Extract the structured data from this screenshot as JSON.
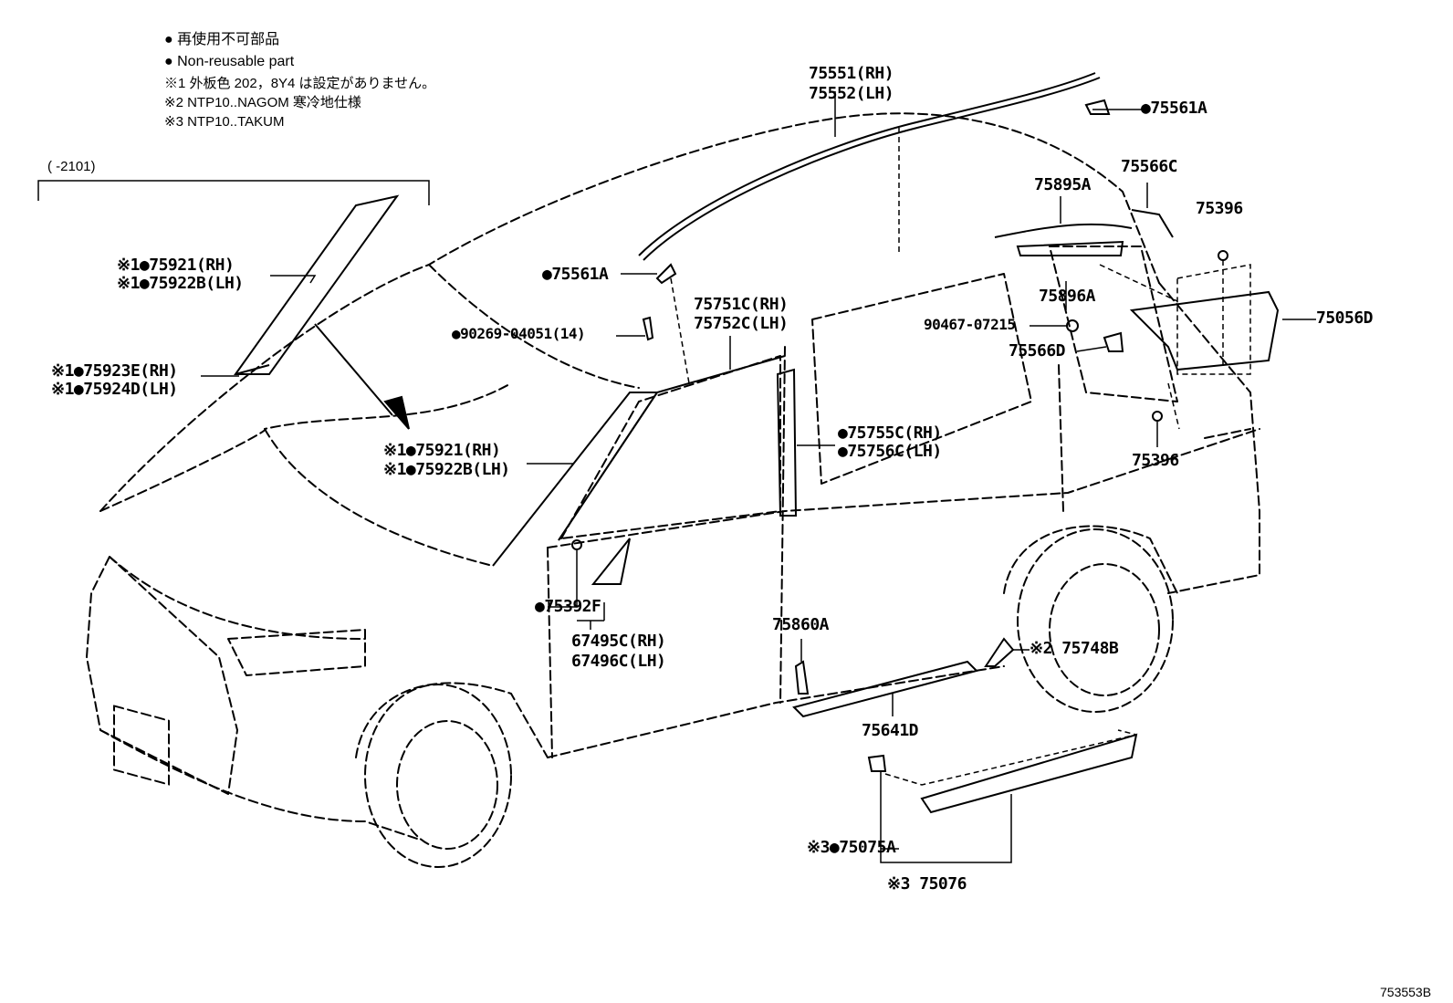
{
  "legend": {
    "line1": "● 再使用不可部品",
    "line2": "● Non-reusable part",
    "note1": "※1 外板色 202，8Y4 は設定がありません。",
    "note2": "※2 NTP10..NAGOM 寒冷地仕様",
    "note3": "※3 NTP10..TAKUM"
  },
  "bracket_label": "(      -2101)",
  "parts": {
    "p75551": "75551(RH)",
    "p75552": "75552(LH)",
    "p75561a_top": "●75561A",
    "p75566c": "75566C",
    "p75895a": "75895A",
    "p75396_top": "75396",
    "p75561a_left": "●75561A",
    "p75751c": "75751C(RH)",
    "p75752c": "75752C(LH)",
    "p90269": "●90269-04051(14)",
    "p75896a": "75896A",
    "p90467": "90467-07215",
    "p75566d": "75566D",
    "p75056d": "75056D",
    "p75921_a": "※1●75921(RH)",
    "p75922b_a": "※1●75922B(LH)",
    "p75923e": "※1●75923E(RH)",
    "p75924d": "※1●75924D(LH)",
    "p75921_b": "※1●75921(RH)",
    "p75922b_b": "※1●75922B(LH)",
    "p75755c": "●75755C(RH)",
    "p75756c": "●75756C(LH)",
    "p75396_bot": "75396",
    "p75392f": "●75392F",
    "p67495c": "67495C(RH)",
    "p67496c": "67496C(LH)",
    "p75860a": "75860A",
    "p75748b": "※2 75748B",
    "p75641d": "75641D",
    "p75075a": "※3●75075A",
    "p75076": "※3 75076"
  },
  "diagram_id": "753553B"
}
